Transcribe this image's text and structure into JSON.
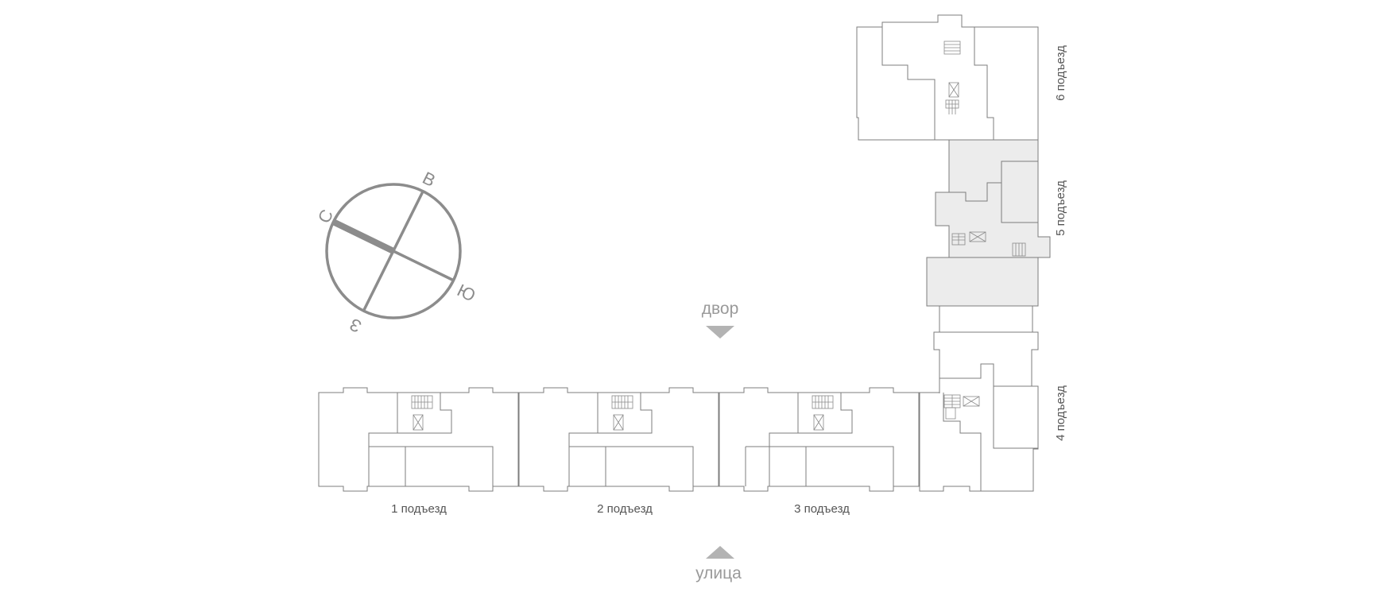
{
  "plan": {
    "highlight_color": "#ececec",
    "line_color": "#7d7d7d",
    "entrances": [
      {
        "id": "1",
        "label": "1 подъезд"
      },
      {
        "id": "2",
        "label": "2 подъезд"
      },
      {
        "id": "3",
        "label": "3 подъезд"
      },
      {
        "id": "4",
        "label": "4 подъезд"
      },
      {
        "id": "5",
        "label": "5 подъезд",
        "selected": true
      },
      {
        "id": "6",
        "label": "6 подъезд"
      }
    ],
    "yard_label": "двор",
    "street_label": "улица",
    "compass": {
      "north": "С",
      "east": "В",
      "south": "Ю",
      "west": "З",
      "color": "#8c8c8c"
    }
  }
}
